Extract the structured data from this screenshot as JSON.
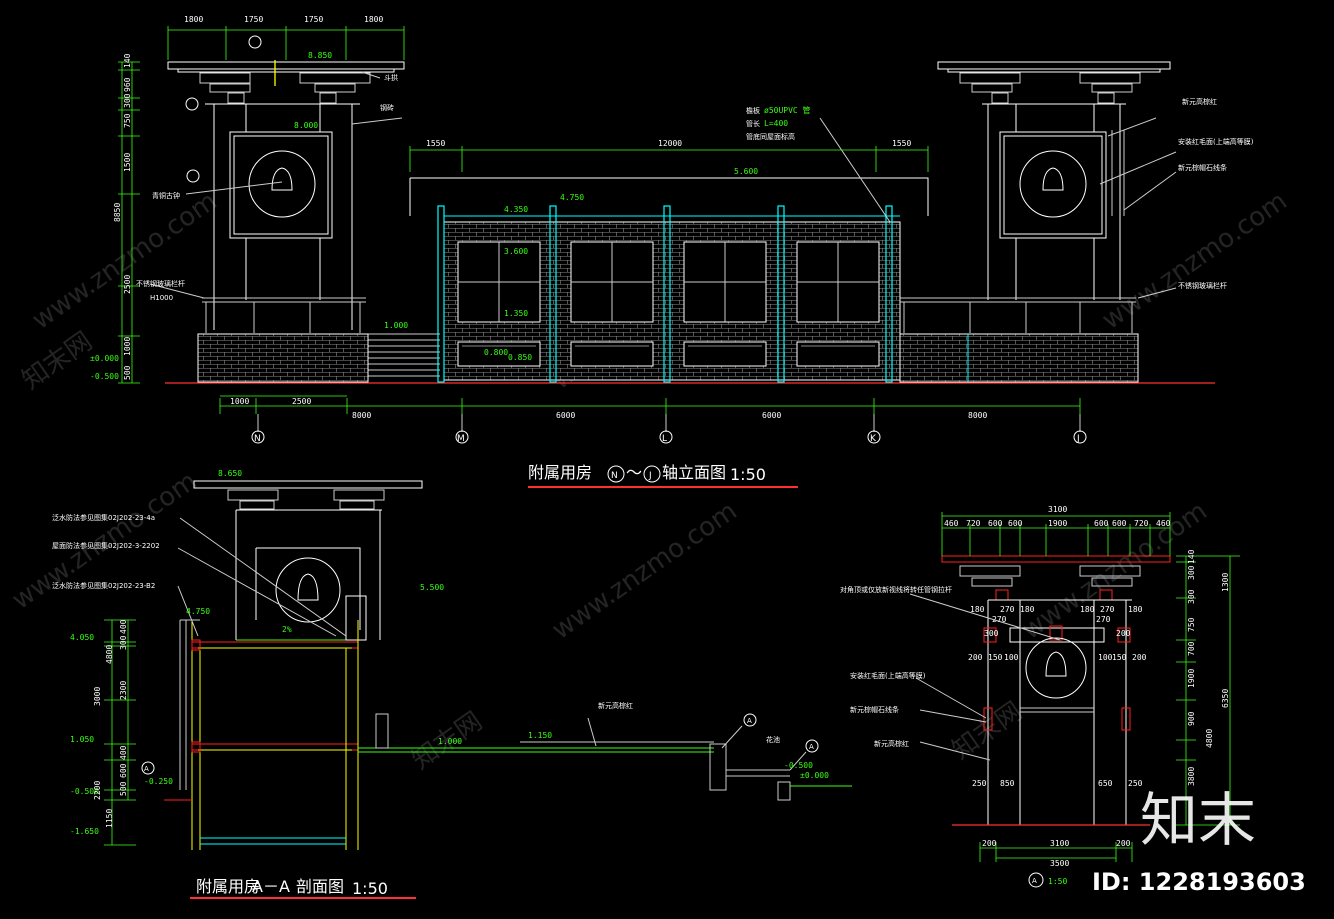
{
  "elevation": {
    "title_prefix": "附属用房",
    "title_axis_start": "N",
    "title_axis_sep": "～",
    "title_axis_end": "J",
    "title_suffix": "轴立面图",
    "title_scale": "1:50",
    "top_dims": [
      "1800",
      "1750",
      "1750",
      "1800"
    ],
    "middle_dims": [
      "1550",
      "12000",
      "1550"
    ],
    "bottom_dims": [
      "1000",
      "2500",
      "8000",
      "6000",
      "6000",
      "8000"
    ],
    "left_vdims": [
      "140",
      "960",
      "300",
      "750",
      "1500",
      "2500",
      "1000",
      "500",
      "8850"
    ],
    "grid_labels": [
      "N",
      "M",
      "L",
      "K",
      "J"
    ],
    "levels": [
      "8.850",
      "8.000",
      "5.600",
      "4.750",
      "4.350",
      "3.600",
      "1.350",
      "1.000",
      "0.850",
      "0.800",
      "±0.000",
      "-0.500"
    ],
    "notes": [
      "斗拱",
      "钢砖",
      "青铜古钟",
      "不锈钢玻璃栏杆",
      "H1000",
      "檐板",
      "管长",
      "L=400",
      "管底同屋面标高",
      "ø50UPVC 管",
      "新元高棕红",
      "安装红毛面(上端高等膜)",
      "新元棕帽石线条",
      "不锈钢玻璃栏杆"
    ]
  },
  "section": {
    "title_prefix": "附属用房",
    "title_section": "A－A",
    "title_suffix": "剖面图",
    "title_scale": "1:50",
    "refs": [
      "泛水防法参见图集02J202-23-4a",
      "屋面防法参见图集02J202-3-2202",
      "泛水防法参见图集02J202-23-B2"
    ],
    "levels": [
      "8.650",
      "5.500",
      "4.750",
      "4.050",
      "1.150",
      "1.050",
      "1.000",
      "-0.250",
      "-0.500",
      "±0.000",
      "-0.500",
      "-1.650"
    ],
    "vdims": [
      "400",
      "300",
      "4800",
      "2300",
      "3000",
      "400",
      "600",
      "2200",
      "500",
      "1150"
    ],
    "markers": [
      "A",
      "A",
      "A"
    ],
    "notes": [
      "新元高棕红",
      "花池",
      "2%"
    ]
  },
  "detail": {
    "marker": "A",
    "scale": "1:50",
    "top_dims": [
      "460",
      "720",
      "600",
      "600",
      "1900",
      "600",
      "600",
      "720",
      "460"
    ],
    "total_top": "3100",
    "inner_dims": [
      "180",
      "270",
      "180",
      "180",
      "270",
      "180",
      "270",
      "270"
    ],
    "side_dims": [
      "200",
      "150",
      "100",
      "300",
      "100",
      "150",
      "200",
      "200",
      "250",
      "850",
      "650",
      "250"
    ],
    "right_vdims": [
      "140",
      "300",
      "1300",
      "300",
      "750",
      "700",
      "1900",
      "900",
      "4800",
      "3800",
      "6350"
    ],
    "bottom_dims": [
      "200",
      "3100",
      "200",
      "3500"
    ],
    "notes": [
      "对角顶或仅放新视线将转任管钢拉杆",
      "安装红毛面(上端高等膜)",
      "新元棕帽石线条",
      "新元高棕红"
    ]
  },
  "watermark": {
    "brand_cn": "知末",
    "site_text": "www.znzmo.com",
    "site_cn": "知末网",
    "id_label": "ID: 1228193603"
  },
  "colors": {
    "background": "#000000",
    "line": "#ffffff",
    "dimension": "#39ff14",
    "cyan": "#00ffff",
    "red": "#ff2020",
    "yellow": "#ffff00",
    "gray": "#9a9a9a"
  }
}
